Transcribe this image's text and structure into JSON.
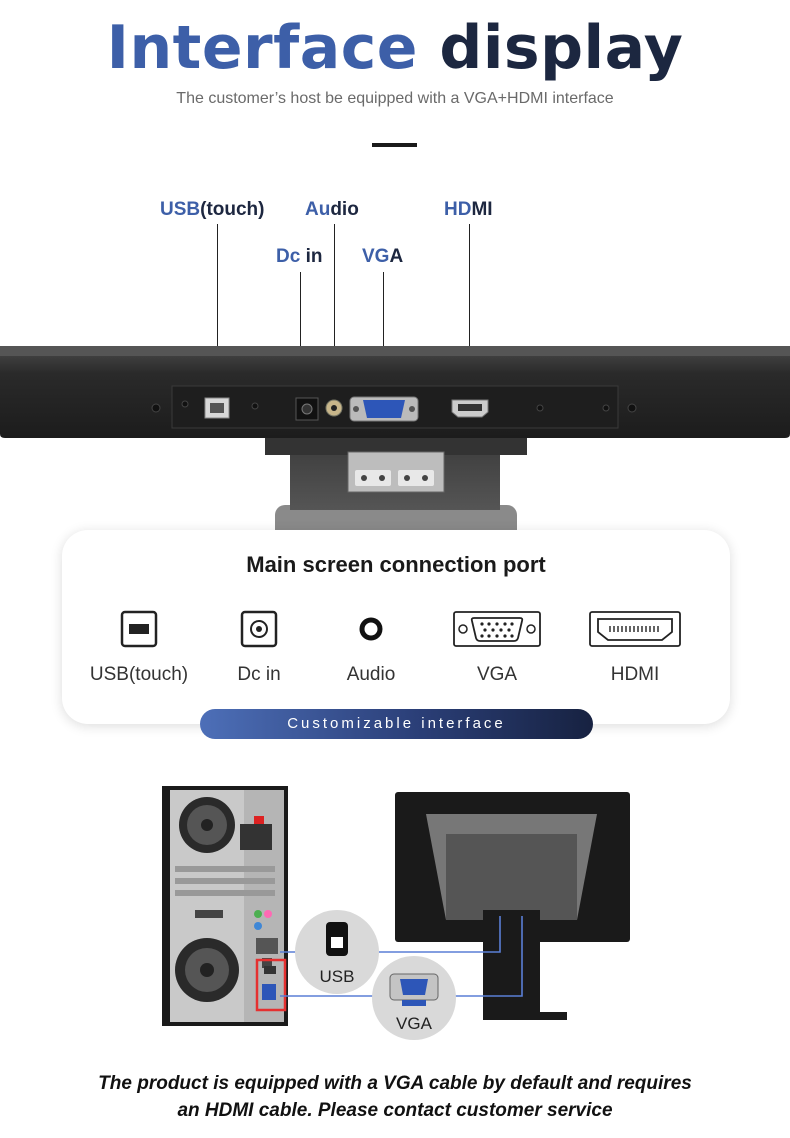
{
  "header": {
    "title_part1": "Interface",
    "title_part2": "display",
    "subtitle": "The customer’s host be equipped with a VGA+HDMI interface"
  },
  "callouts": {
    "usb_hl": "USB",
    "usb_rest": "(touch)",
    "audio_hl": "Au",
    "audio_rest": "dio",
    "hdmi_hl": "HD",
    "hdmi_rest": "MI",
    "dcin_hl": "Dc",
    "dcin_rest": " in",
    "vga_hl": "VG",
    "vga_rest": "A"
  },
  "ports_card": {
    "title": "Main screen connection port",
    "ports": [
      {
        "label": "USB(touch)",
        "icon": "usb-b-port-icon"
      },
      {
        "label": "Dc in",
        "icon": "dc-jack-icon"
      },
      {
        "label": "Audio",
        "icon": "audio-jack-icon"
      },
      {
        "label": "VGA",
        "icon": "vga-port-icon"
      },
      {
        "label": "HDMI",
        "icon": "hdmi-port-icon"
      }
    ],
    "banner": "Customizable interface"
  },
  "diagram": {
    "usb_label": "USB",
    "vga_label": "VGA",
    "colors": {
      "cable": "#5a7fd6",
      "highlight_box": "#e53030",
      "bubble": "#d9d9d9"
    }
  },
  "footer": {
    "line1": "The product is equipped with a VGA cable by default and requires",
    "line2": "an HDMI cable. Please contact customer service"
  },
  "colors": {
    "accent_blue": "#3d5fa8",
    "dark_navy": "#1c2740"
  }
}
